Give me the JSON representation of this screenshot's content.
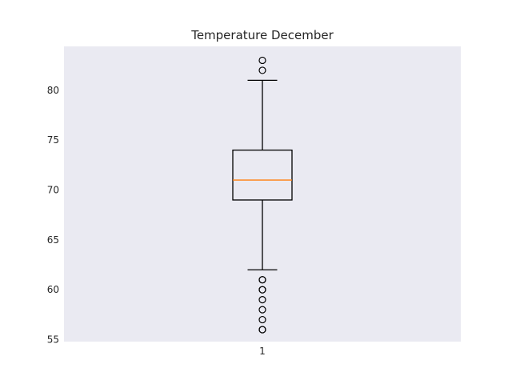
{
  "chart_data": {
    "type": "boxplot",
    "title": "Temperature December",
    "xlabel": "",
    "ylabel": "",
    "categories": [
      "1"
    ],
    "ylim": [
      54.8,
      84.4
    ],
    "yticks": [
      55,
      60,
      65,
      70,
      75,
      80
    ],
    "grid": false,
    "colors": {
      "background": "#eaeaf2",
      "box": "#000000",
      "median": "#ff7f0e"
    },
    "boxes": [
      {
        "category": "1",
        "whisker_low": 62,
        "q1": 69,
        "median": 71,
        "q3": 74,
        "whisker_high": 81,
        "outliers": [
          83,
          82,
          61,
          61,
          60,
          60,
          59,
          58,
          57,
          56,
          56
        ]
      }
    ]
  }
}
